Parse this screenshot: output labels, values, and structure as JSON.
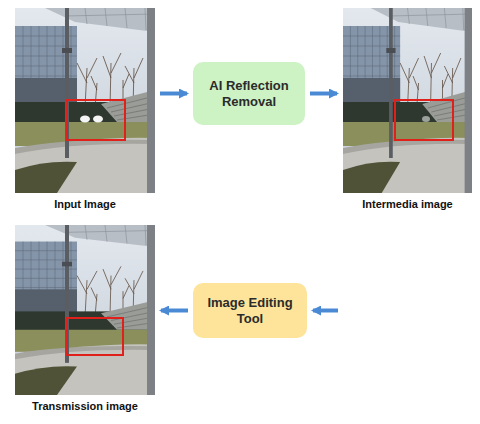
{
  "diagram": {
    "nodes": [
      {
        "text": [
          "Input Image"
        ]
      },
      {
        "text": [
          "AI Reflection Removal"
        ]
      },
      {
        "text": [
          "Intermedia image"
        ]
      },
      {
        "text": [
          "Image Editing Tool"
        ]
      },
      {
        "text": [
          "Transmission image"
        ]
      }
    ],
    "edges": [
      {
        "from": 0,
        "to": 1,
        "arrow": "to"
      },
      {
        "from": 1,
        "to": 2,
        "arrow": "to"
      },
      {
        "from": 2,
        "to": 3,
        "arrow": "to"
      },
      {
        "from": 3,
        "to": 4,
        "arrow": "to"
      }
    ]
  }
}
